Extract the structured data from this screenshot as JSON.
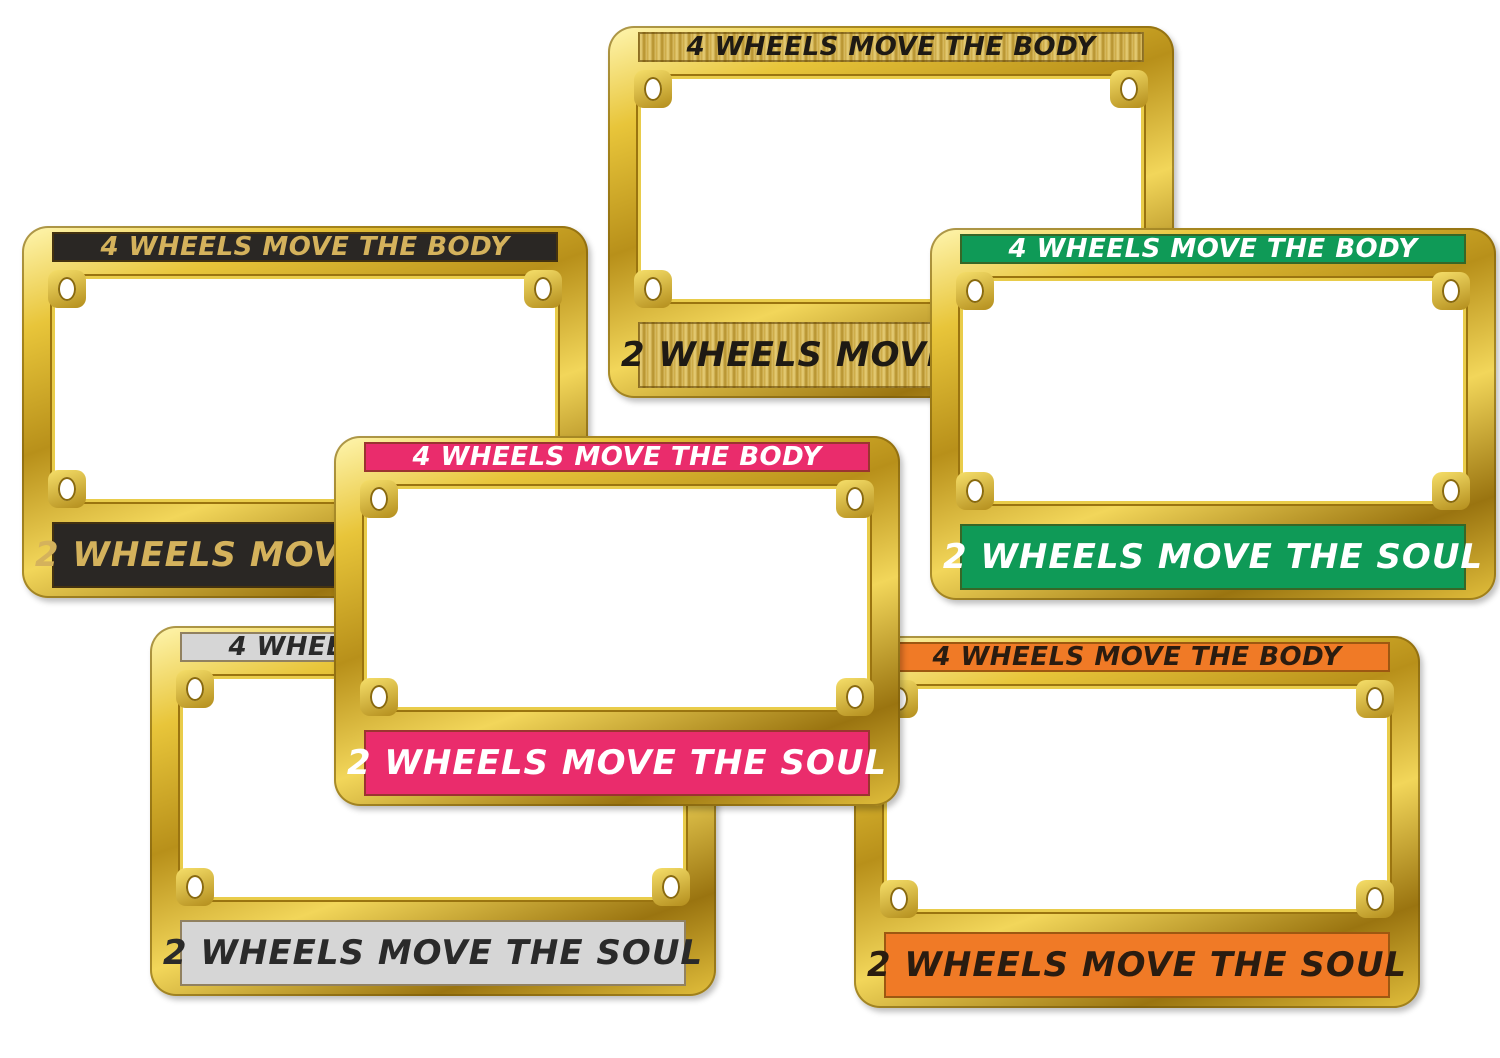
{
  "frames": [
    {
      "id": "f-black",
      "top_text": "4 WHEELS MOVE THE BODY",
      "bottom_text": "2 WHEELS MOVE THE SOUL",
      "strip_color": "#2a2724",
      "text_color": "#d4b25c"
    },
    {
      "id": "f-gold",
      "top_text": "4 WHEELS MOVE THE BODY",
      "bottom_text": "2 WHEELS MOVE THE SOUL",
      "strip_color": "#c9a640",
      "text_color": "#1e1a14"
    },
    {
      "id": "f-green",
      "top_text": "4 WHEELS MOVE THE BODY",
      "bottom_text": "2 WHEELS MOVE THE SOUL",
      "strip_color": "#0f9a57",
      "text_color": "#ffffff"
    },
    {
      "id": "f-silver",
      "top_text": "4 WHEELS MOVE THE BODY",
      "bottom_text": "2 WHEELS MOVE THE SOUL",
      "strip_color": "#d6d6d6",
      "text_color": "#2a2a2a"
    },
    {
      "id": "f-orange",
      "top_text": "4 WHEELS MOVE THE BODY",
      "bottom_text": "2 WHEELS MOVE THE SOUL",
      "strip_color": "#f07a26",
      "text_color": "#2a1c10"
    },
    {
      "id": "f-pink",
      "top_text": "4 WHEELS MOVE THE BODY",
      "bottom_text": "2 WHEELS MOVE THE SOUL",
      "strip_color": "#ea2c6c",
      "text_color": "#ffffff"
    }
  ]
}
